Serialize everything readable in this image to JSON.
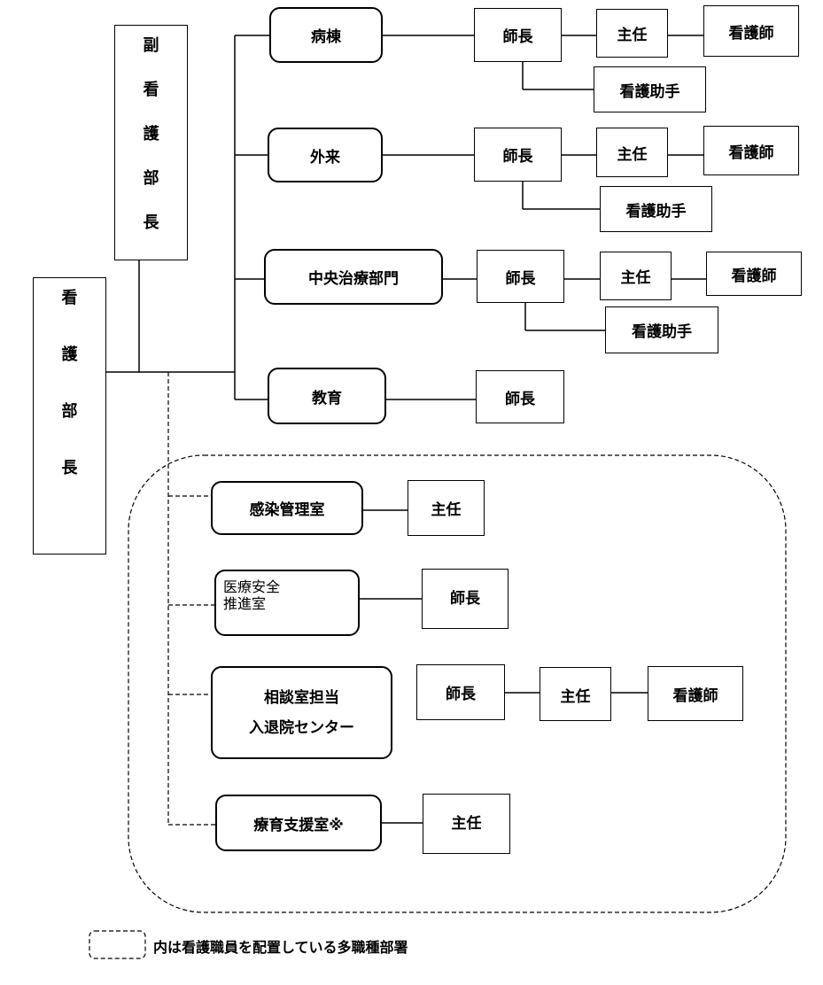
{
  "colors": {
    "line": "#000000",
    "background": "#ffffff"
  },
  "head": {
    "label": "看護部長",
    "chars": [
      "看",
      "護",
      "部",
      "長"
    ]
  },
  "deputy": {
    "label": "副看護部長",
    "chars": [
      "副",
      "看",
      "護",
      "部",
      "長"
    ]
  },
  "departments": [
    {
      "name": "病棟",
      "head": "師長",
      "chief": "主任",
      "nurse": "看護師",
      "aide": "看護助手"
    },
    {
      "name": "外来",
      "head": "師長",
      "chief": "主任",
      "nurse": "看護師",
      "aide": "看護助手"
    },
    {
      "name": "中央治療部門",
      "head": "師長",
      "chief": "主任",
      "nurse": "看護師",
      "aide": "看護助手"
    },
    {
      "name": "教育",
      "head": "師長"
    }
  ],
  "multidisciplinary": [
    {
      "name": "感染管理室",
      "staff": [
        "主任"
      ]
    },
    {
      "name_lines": [
        "医療安全",
        "推進室"
      ],
      "staff": [
        "師長"
      ]
    },
    {
      "name_lines": [
        "相談室担当",
        "入退院センター"
      ],
      "staff": [
        "師長",
        "主任",
        "看護師"
      ]
    },
    {
      "name": "療育支援室※",
      "staff": [
        "主任"
      ]
    }
  ],
  "legend": {
    "text": "内は看護職員を配置している多職種部署"
  }
}
